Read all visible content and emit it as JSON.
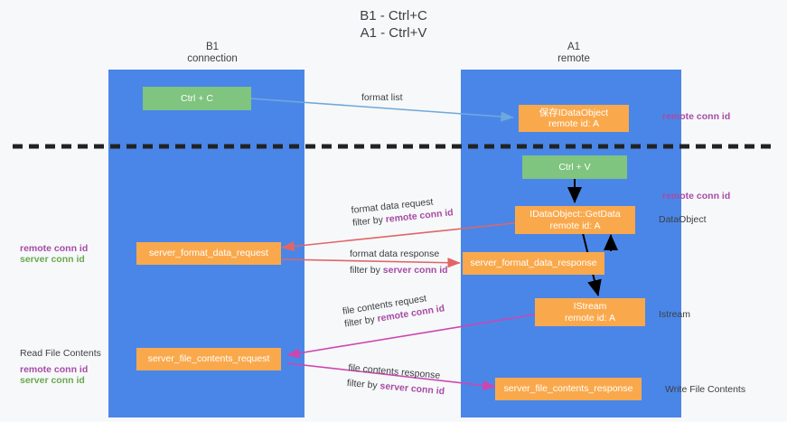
{
  "title": "B1 - Ctrl+C\nA1 - Ctrl+V",
  "lanes": [
    {
      "name": "left-lane",
      "header": "B1\nconnection"
    },
    {
      "name": "right-lane",
      "header": "A1\nremote"
    }
  ],
  "boxes": {
    "ctrl_c": "Ctrl + C",
    "ctrl_v": "Ctrl + V",
    "save_idataobject": "保存IDataObject\nremote id: A",
    "getdata": "IDataObject::GetData\nremote id: A",
    "server_format_data_request": "server_format_data_request",
    "server_format_data_response": "server_format_data_response",
    "istream": "IStream\nremote id: A",
    "server_file_contents_request": "server_file_contents_request",
    "server_file_contents_response": "server_file_contents_response"
  },
  "annotations": {
    "format_list": "format list",
    "format_data_request": "format data request",
    "format_data_request_filter_prefix": "filter by ",
    "format_data_request_filter_key": "remote conn id",
    "format_data_response": "format data response",
    "format_data_response_filter_prefix": "filter by ",
    "format_data_response_filter_key": "server conn id",
    "file_contents_request": "file contents request",
    "file_contents_request_filter_prefix": "filter by ",
    "file_contents_request_filter_key": "remote conn id",
    "file_contents_response": "file contents response",
    "file_contents_response_filter_prefix": "filter by ",
    "file_contents_response_filter_key": "server conn id"
  },
  "side_labels": {
    "right_remote_conn_id_top": "remote conn id",
    "right_remote_conn_id_mid": "remote conn id",
    "right_dataobject": "DataObject",
    "right_istream": "Istream",
    "right_write_file_contents": "Write File Contents",
    "left_remote_conn_id": "remote conn id",
    "left_server_conn_id": "server conn id",
    "left_read_file_contents": "Read File Contents",
    "left_remote_conn_id_2": "remote conn id",
    "left_server_conn_id_2": "server conn id"
  },
  "colors": {
    "lane": "#4a86e8",
    "box_orange": "#f9a94c",
    "box_green": "#7fc47f",
    "arrow_blue": "#6fa8dc",
    "arrow_red": "#e06666",
    "arrow_magenta": "#cc46b0",
    "arrow_black": "#000000",
    "key_purple": "#a64ca6",
    "key_green": "#6aa84f",
    "divider": "#222222",
    "background": "#f7f8f9"
  }
}
